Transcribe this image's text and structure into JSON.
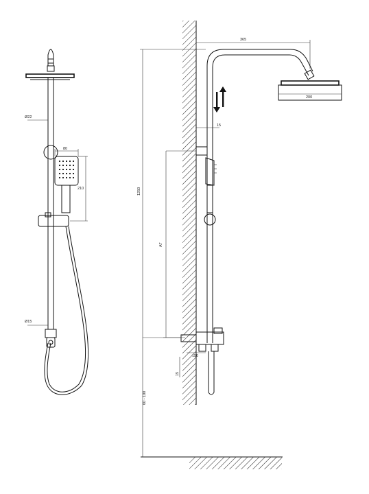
{
  "dimensions": {
    "top_width": "365",
    "head_width": "200",
    "pipe_small": "15",
    "total_height": "1250",
    "rail_height": "AΓ",
    "bottom_height": "60 - 100",
    "inlet_spacing": "150",
    "handset_width": "80",
    "handset_height": "210",
    "diameter_top": "Ø22",
    "diameter_bottom": "Ø15"
  },
  "arrow_icon": "up-down-arrows-icon",
  "colors": {
    "stroke": "#111111",
    "background": "#ffffff"
  }
}
